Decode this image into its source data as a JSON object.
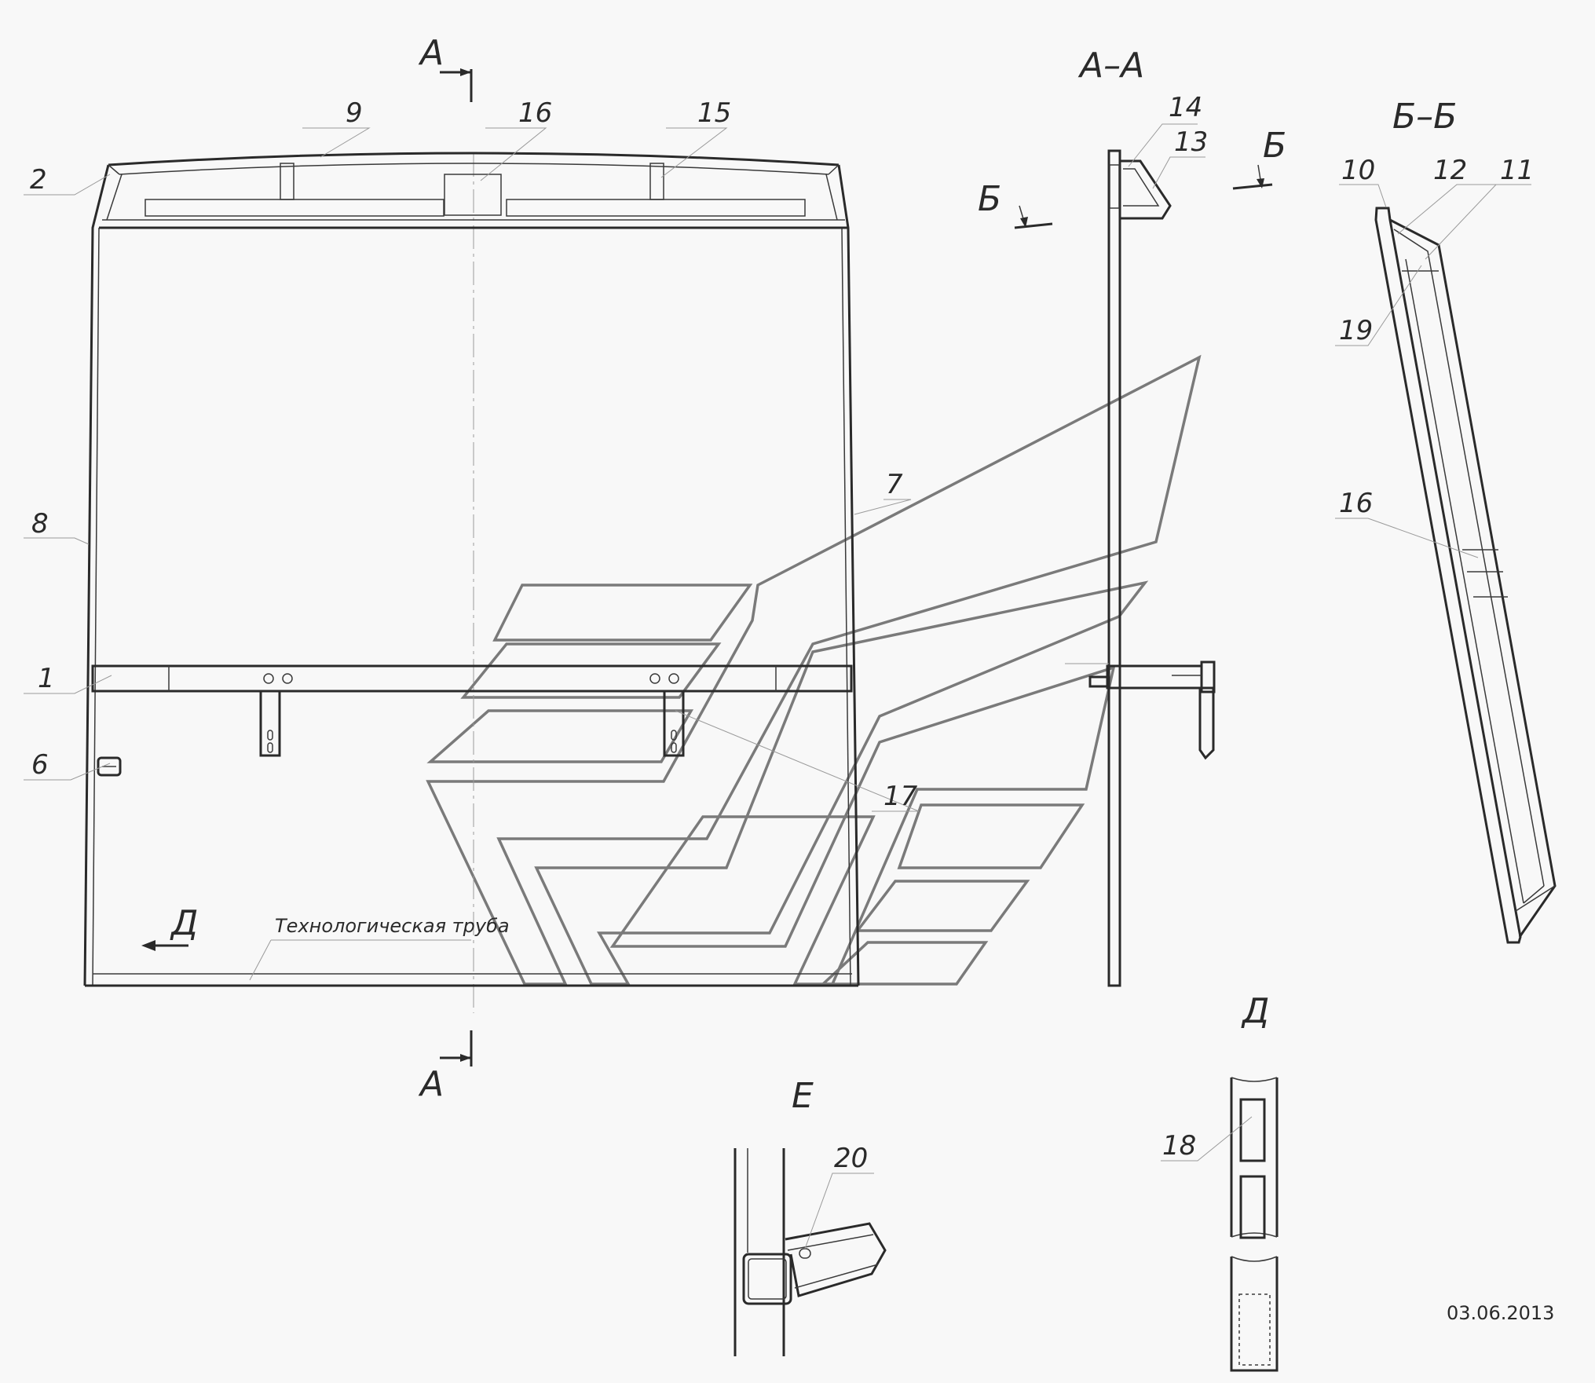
{
  "callouts": {
    "c1": "1",
    "c2": "2",
    "c6": "6",
    "c7": "7",
    "c8": "8",
    "c9": "9",
    "c10": "10",
    "c11": "11",
    "c12": "12",
    "c13": "13",
    "c14": "14",
    "c15": "15",
    "c16a": "16",
    "c16b": "16",
    "c17": "17",
    "c18": "18",
    "c19": "19",
    "c20": "20"
  },
  "views": {
    "section_aa": "А–А",
    "section_bb": "Б–Б",
    "view_d": "Д",
    "view_e": "Е"
  },
  "markers": {
    "a_top": "А",
    "a_bottom": "А",
    "b_left": "Б",
    "b_right": "Б",
    "d_arrow": "Д"
  },
  "notes": {
    "tech_pipe": "Технологическая труба",
    "date": "03.06.2013"
  }
}
